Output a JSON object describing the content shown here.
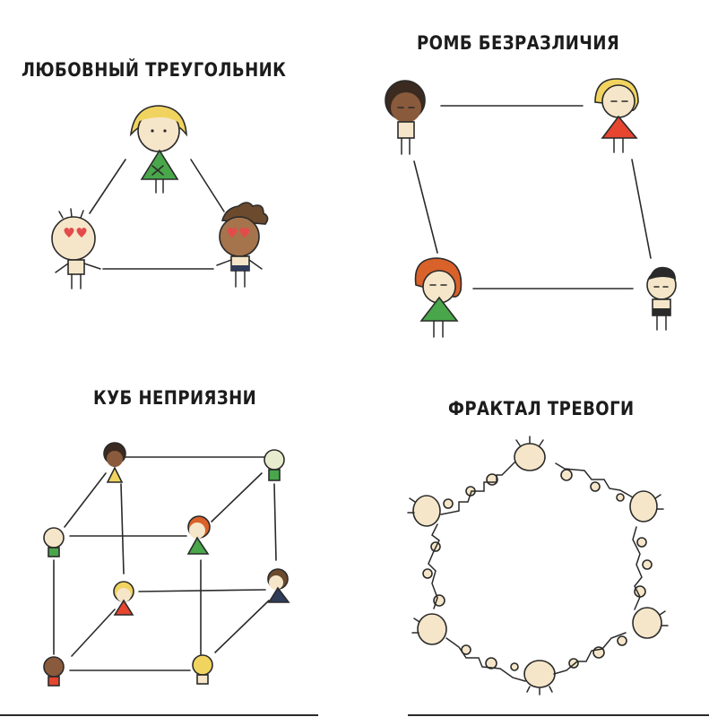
{
  "panels": [
    {
      "title": "ЛЮБОВНЫЙ ТРЕУГОЛЬНИК"
    },
    {
      "title": "РОМБ БЕЗРАЗЛИЧИЯ"
    },
    {
      "title": "КУБ НЕПРИЯЗНИ"
    },
    {
      "title": "ФРАКТАЛ ТРЕВОГИ"
    }
  ],
  "colors": {
    "skin": "#f6e6c9",
    "brown_skin": "#8a5a3c",
    "blonde": "#f1d460",
    "dark_hair": "#3a2a20",
    "red_hair": "#d9612a",
    "green_dress": "#49a64a",
    "red_dress": "#e6452f",
    "heart": "#e34b4b",
    "navy": "#2f3c5a",
    "line": "#2a2a2a"
  },
  "icons": [
    "love-triangle-figures",
    "indifference-rhombus-figures",
    "dislike-cube-figures",
    "anxiety-fractal-faces"
  ]
}
